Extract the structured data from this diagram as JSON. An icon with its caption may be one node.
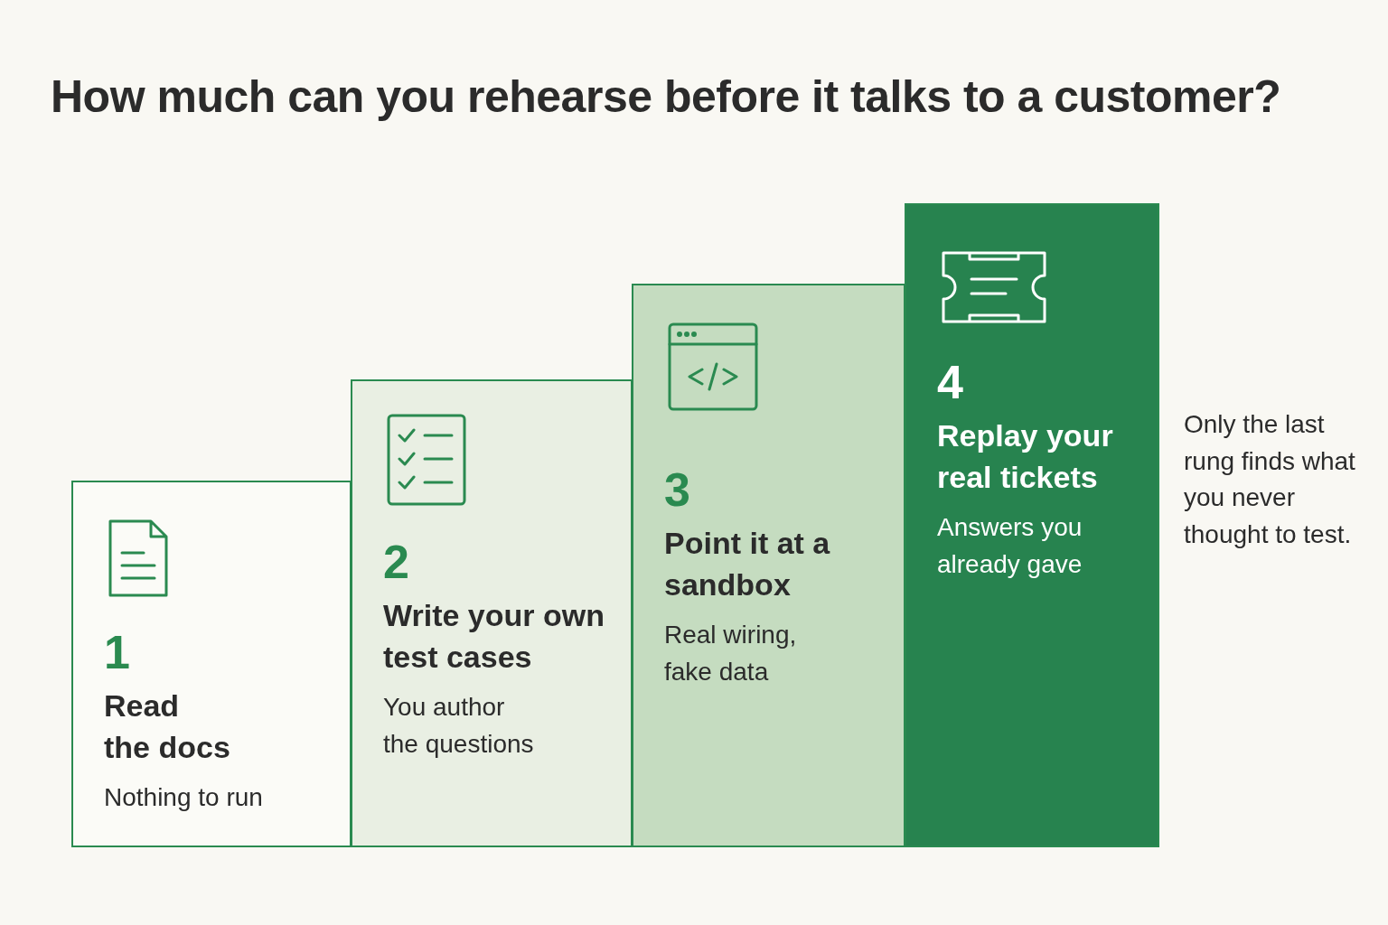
{
  "diagram": {
    "title": "How much can you rehearse before it talks to a customer?",
    "nodes": [
      {
        "text": [
          "1",
          "Read the docs",
          "Nothing to run"
        ]
      },
      {
        "text": [
          "2",
          "Write your own test cases",
          "You author the questions"
        ]
      },
      {
        "text": [
          "3",
          "Point it at a sandbox",
          "Real wiring, fake data"
        ]
      },
      {
        "text": [
          "4",
          "Replay your real tickets",
          "Answers you already gave"
        ]
      }
    ],
    "labels": [
      "Only the last rung finds what you never thought to test."
    ]
  }
}
